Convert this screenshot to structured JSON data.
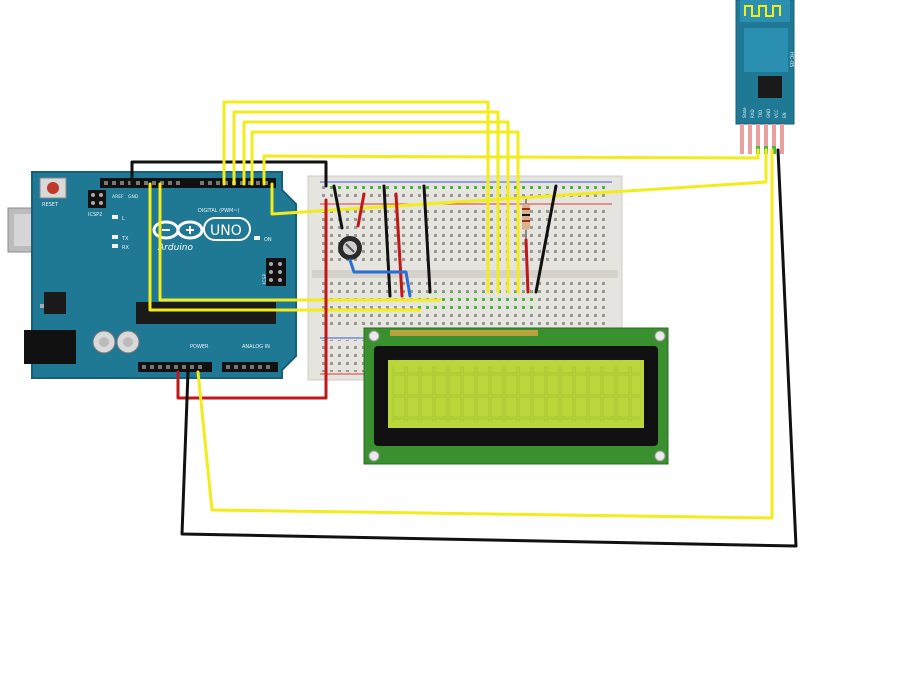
{
  "arduino": {
    "reset_label": "RESET",
    "icsp2_label": "ICSP2",
    "aref_label": "AREF",
    "gnd_label": "GND",
    "digital_label": "DIGITAL (PWM~)",
    "uno_label": "UNO",
    "brand_label": "Arduino",
    "on_label": "ON",
    "tx_label": "TX",
    "rx_label": "RX",
    "l_label": "L",
    "icsp_label": "ICSP",
    "power_label": "POWER",
    "analog_label": "ANALOG IN"
  },
  "bluetooth": {
    "model_label": "HC-05",
    "pin_labels": [
      "State",
      "RXD",
      "TXD",
      "GND",
      "VCC",
      "EN"
    ]
  },
  "colors": {
    "board_blue": "#1f7894",
    "wire_yellow": "#f2ec1a",
    "wire_black": "#111111",
    "wire_red": "#c01818",
    "wire_blue": "#2a6fd1",
    "lcd_pcb": "#3a8f2e",
    "lcd_screen": "#b9d63a",
    "breadboard": "#e8e6e0"
  }
}
